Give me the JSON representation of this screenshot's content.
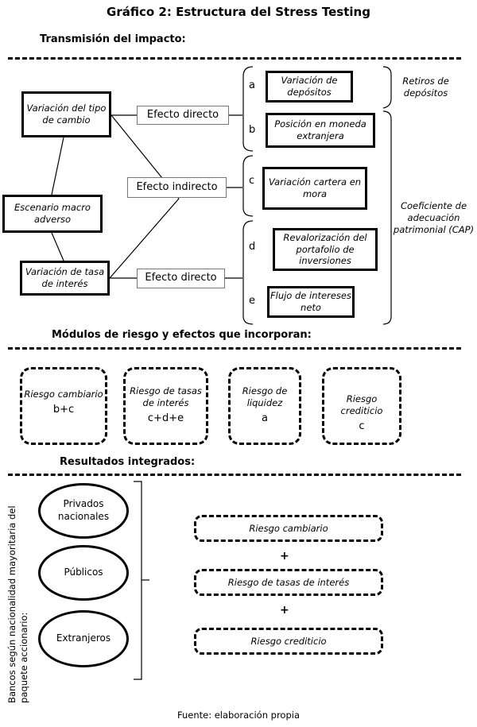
{
  "title": "Gráfico 2: Estructura del Stress Testing",
  "sections": {
    "transmission": "Transmisión del impacto:",
    "modules": "Módulos de riesgo y efectos que incorporan:",
    "results": "Resultados integrados:"
  },
  "left_boxes": {
    "tipo_cambio": "Variación del tipo de cambio",
    "escenario": "Escenario macro adverso",
    "tasa_interes": "Variación de tasa de interés"
  },
  "effects": {
    "directo_top": "Efecto directo",
    "indirecto": "Efecto indirecto",
    "directo_bottom": "Efecto directo"
  },
  "items": [
    {
      "letter": "a",
      "label": "Variación de depósitos"
    },
    {
      "letter": "b",
      "label": "Posición en moneda extranjera"
    },
    {
      "letter": "c",
      "label": "Variación cartera en mora"
    },
    {
      "letter": "d",
      "label": "Revalorización del portafolio de inversiones"
    },
    {
      "letter": "e",
      "label": "Flujo de intereses neto"
    }
  ],
  "right_notes": {
    "retiros": "Retiros de depósitos",
    "cap": "Coeficiente de adecuación patrimonial (CAP)"
  },
  "modules": [
    {
      "name": "Riesgo cambiario",
      "code": "b+c"
    },
    {
      "name": "Riesgo de tasas de interés",
      "code": "c+d+e"
    },
    {
      "name": "Riesgo de liquidez",
      "code": "a"
    },
    {
      "name": "Riesgo crediticio",
      "code": "c"
    }
  ],
  "banks_axis": "Bancos según nacionalidad mayoritaria del paquete accionario:",
  "banks": [
    "Privados nacionales",
    "Públicos",
    "Extranjeros"
  ],
  "results": [
    "Riesgo cambiario",
    "Riesgo de tasas de interés",
    "Riesgo crediticio"
  ],
  "plus": "+",
  "source": "Fuente: elaboración propia"
}
